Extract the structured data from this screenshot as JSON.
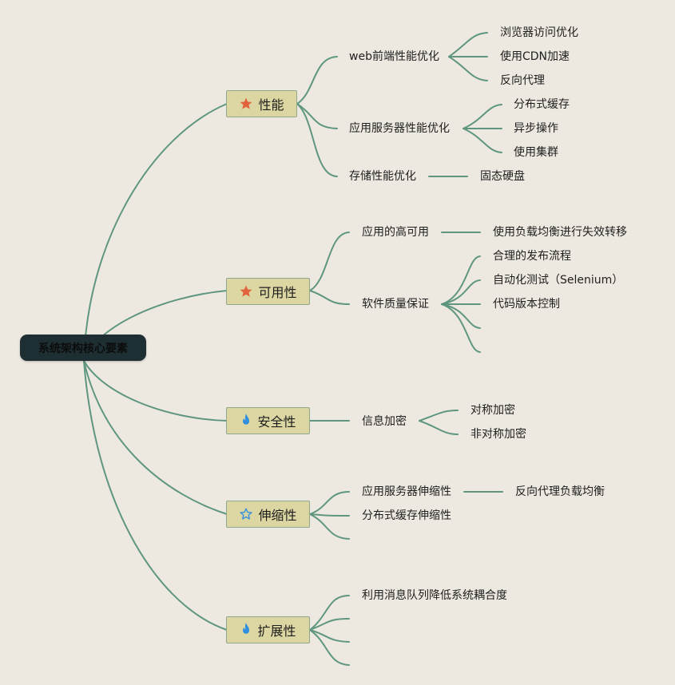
{
  "root": {
    "label": "系统架构核心要素"
  },
  "performance": {
    "label": "性能",
    "icon": "star-icon",
    "web_frontend": {
      "label": "web前端性能优化",
      "items": [
        "浏览器访问优化",
        "使用CDN加速",
        "反向代理"
      ]
    },
    "app_server": {
      "label": "应用服务器性能优化",
      "items": [
        "分布式缓存",
        "异步操作",
        "使用集群"
      ]
    },
    "storage": {
      "label": "存储性能优化",
      "item": "固态硬盘"
    }
  },
  "availability": {
    "label": "可用性",
    "icon": "star-icon",
    "app_ha": {
      "label": "应用的高可用",
      "item": "使用负载均衡进行失效转移"
    },
    "quality": {
      "label": "软件质量保证",
      "items": [
        "合理的发布流程",
        "自动化测试（Selenium）",
        "代码版本控制"
      ]
    }
  },
  "security": {
    "label": "安全性",
    "icon": "fire-icon",
    "encryption": {
      "label": "信息加密",
      "items": [
        "对称加密",
        "非对称加密"
      ]
    }
  },
  "scalability": {
    "label": "伸缩性",
    "icon": "star-outline-icon",
    "app_server": {
      "label": "应用服务器伸缩性",
      "item": "反向代理负载均衡"
    },
    "cache": {
      "label": "分布式缓存伸缩性"
    }
  },
  "extensibility": {
    "label": "扩展性",
    "icon": "fire-icon",
    "mq": {
      "label": "利用消息队列降低系统耦合度"
    }
  },
  "colors": {
    "background": "#ede9e0",
    "link": "#5f9680",
    "root_fill": "#1e2f33",
    "node_fill": "#dcd7a2",
    "star": "#e0633e",
    "fire": "#2f8ee0"
  }
}
